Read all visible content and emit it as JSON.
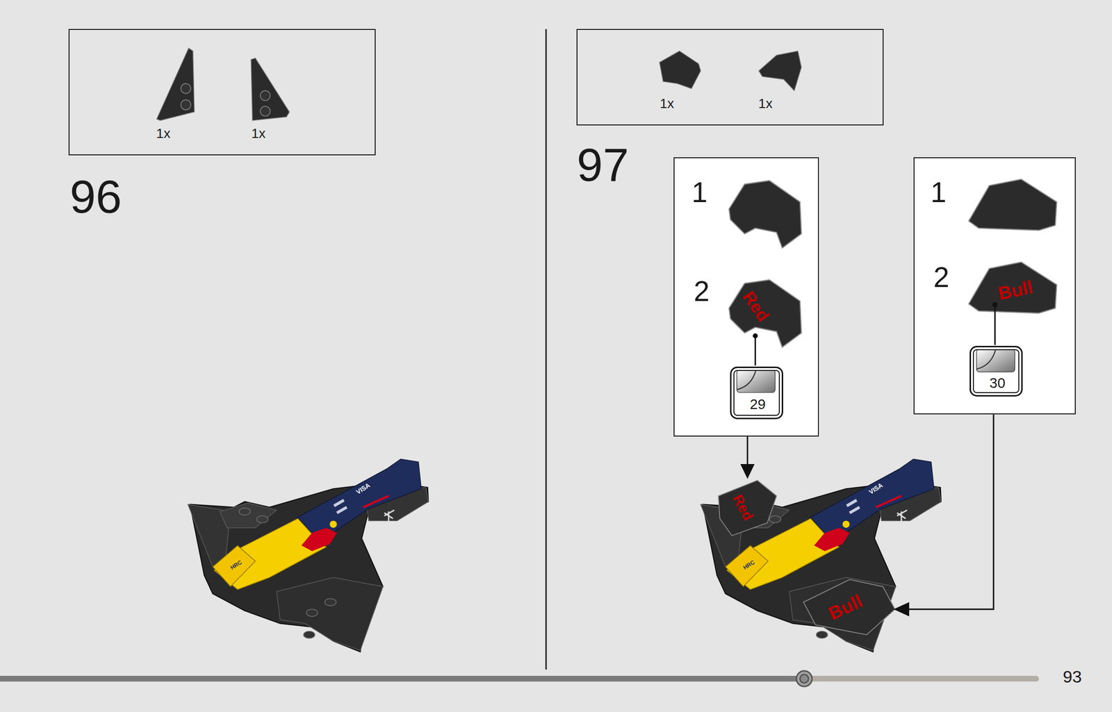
{
  "diagram": {
    "nodes": [
      {
        "text": [
          "1x",
          "1x"
        ]
      },
      {
        "text": [
          "1x",
          "1x"
        ]
      },
      {
        "text": [
          "1",
          "2"
        ]
      },
      {
        "text": [
          "29"
        ],
        "in": 2
      },
      {
        "text": [
          "1",
          "2"
        ]
      },
      {
        "text": [
          "30"
        ],
        "in": 4
      }
    ],
    "labels": [
      "96",
      "VISA",
      "HRC",
      "97",
      "Red",
      "Bull",
      "Red",
      "Bull",
      "VISA",
      "HRC",
      "93"
    ]
  }
}
